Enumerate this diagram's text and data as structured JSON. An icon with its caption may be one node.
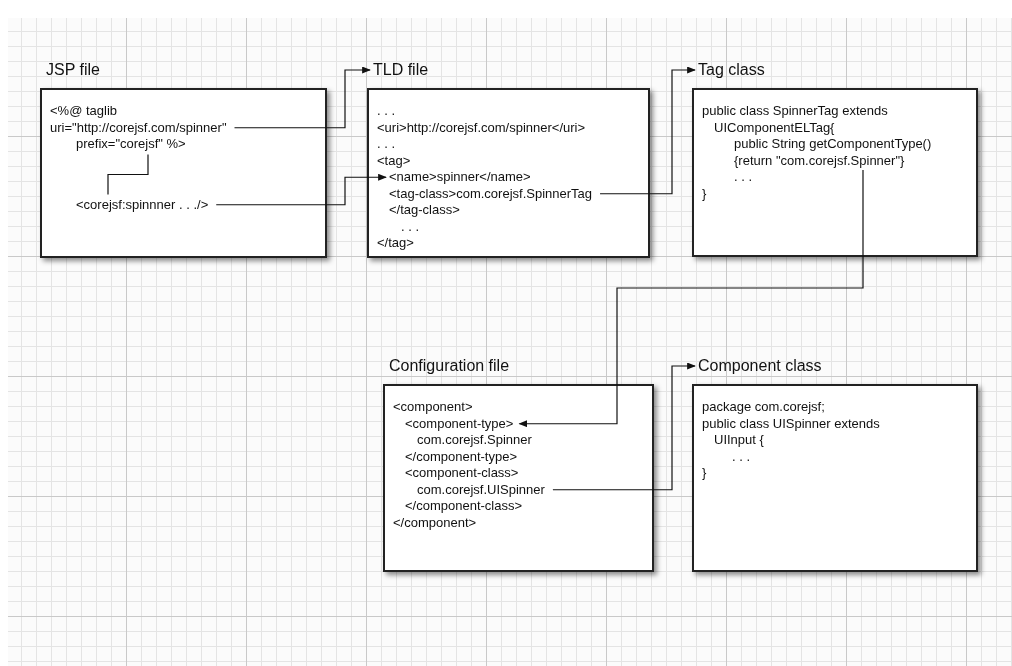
{
  "diagram": {
    "nodes": [
      {
        "text": [
          "JSP file",
          "<%@ taglib",
          "uri=\"http://corejsf.com/spinner\"",
          "prefix=\"corejsf\" %>",
          "<corejsf:spinnner . . ./>"
        ]
      },
      {
        "text": [
          "TLD file",
          ". . .",
          "<uri>http://corejsf.com/spinner</uri>",
          ". . .",
          "<tag>",
          "<name>spinner</name>",
          "<tag-class>com.corejsf.SpinnerTag",
          "</tag-class>",
          ". . .",
          "</tag>"
        ]
      },
      {
        "text": [
          "Tag class",
          "public class SpinnerTag extends",
          "UIComponentELTag{",
          "public String getComponentType()",
          "{return \"com.corejsf.Spinner\"}",
          ". . .",
          "}"
        ]
      },
      {
        "text": [
          "Configuration file",
          "<component>",
          "<component-type>",
          "com.corejsf.Spinner",
          "</component-type>",
          "<component-class>",
          "com.corejsf.UISpinner",
          "</component-class>",
          "</component>"
        ]
      },
      {
        "text": [
          "Component class",
          "package com.corejsf;",
          "public class UISpinner extends",
          "UIInput {",
          ". . .",
          "}"
        ]
      }
    ],
    "edges": [
      {
        "from": 0,
        "to": 1,
        "arrow": "to"
      },
      {
        "from": 0,
        "to": 1,
        "arrow": "to"
      },
      {
        "from": 1,
        "to": 2,
        "arrow": "to"
      },
      {
        "from": 2,
        "to": 3,
        "arrow": "to"
      },
      {
        "from": 3,
        "to": 4,
        "arrow": "to"
      }
    ]
  }
}
